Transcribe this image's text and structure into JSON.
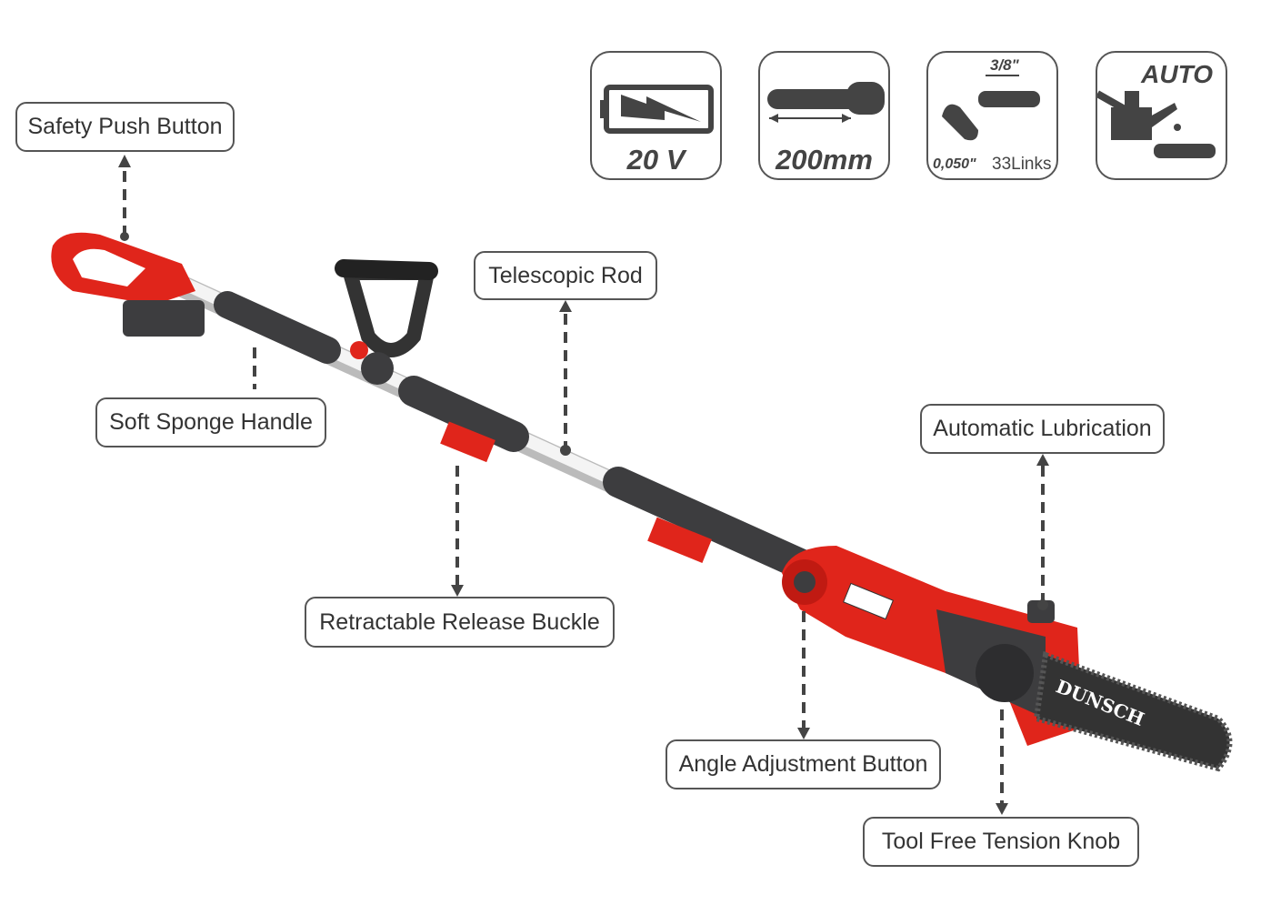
{
  "specs": [
    {
      "icon": "battery-icon",
      "caption": "20 V"
    },
    {
      "icon": "guide-bar-icon",
      "caption": "200mm"
    },
    {
      "icon": "chain-link-icon",
      "pitch": "3/8\"",
      "gauge": "0,050\"",
      "links": "33Links"
    },
    {
      "icon": "oil-can-icon",
      "caption": "AUTO"
    }
  ],
  "callouts": {
    "safety_push_button": "Safety Push Button",
    "soft_sponge_handle": "Soft Sponge Handle",
    "telescopic_rod": "Telescopic Rod",
    "retractable_release_buckle": "Retractable Release Buckle",
    "automatic_lubrication": "Automatic Lubrication",
    "angle_adjustment_button": "Angle Adjustment Button",
    "tool_free_tension_knob": "Tool Free Tension Knob"
  },
  "brand": "DUNSCH",
  "colors": {
    "red": "#e0251b",
    "dark": "#3d3d3f",
    "outline": "#555555"
  }
}
